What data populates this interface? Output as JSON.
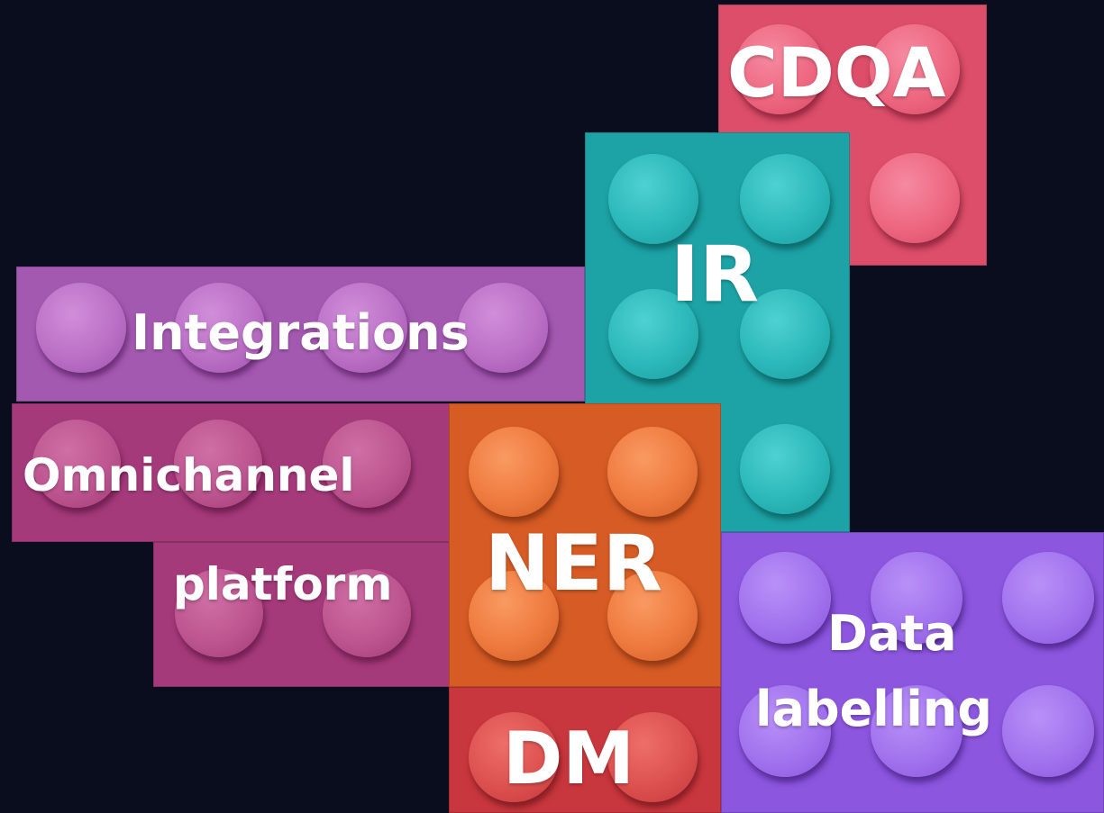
{
  "blocks": {
    "cdqa": {
      "label": "CDQA",
      "color": "#dc4e6a"
    },
    "ir": {
      "label": "IR",
      "color": "#1da3a6"
    },
    "integrations": {
      "label": "Integrations",
      "color": "#a459b1"
    },
    "omnichannel": {
      "label_line1": "Omnichannel",
      "label_line2": "platform",
      "color": "#a53a7b"
    },
    "ner": {
      "label": "NER",
      "color": "#d65b25"
    },
    "dm": {
      "label": "DM",
      "color": "#c8373d"
    },
    "data_labelling": {
      "label_line1": "Data",
      "label_line2": "labelling",
      "color": "#8c56df"
    }
  }
}
